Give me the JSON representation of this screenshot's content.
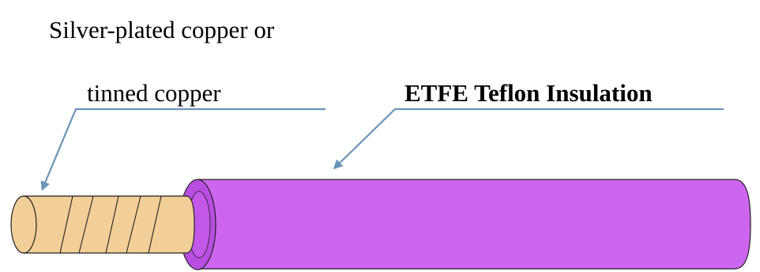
{
  "labels": {
    "conductor_line1": "Silver-plated copper or",
    "conductor_line2": "tinned copper",
    "insulation": "ETFE Teflon Insulation"
  },
  "colors": {
    "insulation": "#cc66ee",
    "insulation_end": "#b84ee0",
    "conductor": "#f2cf98",
    "leader": "#6b93b8",
    "outline": "#222222"
  }
}
